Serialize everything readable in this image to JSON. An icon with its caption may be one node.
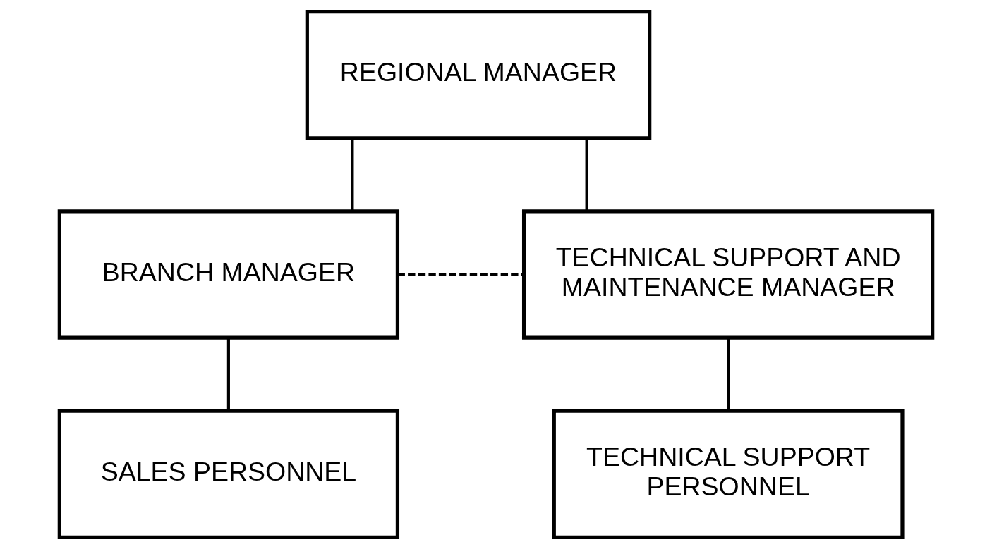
{
  "diagram": {
    "nodes": [
      {
        "text": [
          "REGIONAL MANAGER"
        ]
      },
      {
        "text": [
          "BRANCH MANAGER"
        ]
      },
      {
        "text": [
          "TECHNICAL SUPPORT AND MAINTENANCE MANAGER"
        ]
      },
      {
        "text": [
          "SALES PERSONNEL"
        ]
      },
      {
        "text": [
          "TECHNICAL SUPPORT PERSONNEL"
        ]
      }
    ],
    "edges": [
      {
        "from": 0,
        "to": 1,
        "arrow": "none"
      },
      {
        "from": 0,
        "to": 2,
        "arrow": "none"
      },
      {
        "from": 1,
        "to": 2,
        "arrow": "none",
        "style": "dashed"
      },
      {
        "from": 1,
        "to": 3,
        "arrow": "none"
      },
      {
        "from": 2,
        "to": 4,
        "arrow": "none"
      }
    ]
  }
}
